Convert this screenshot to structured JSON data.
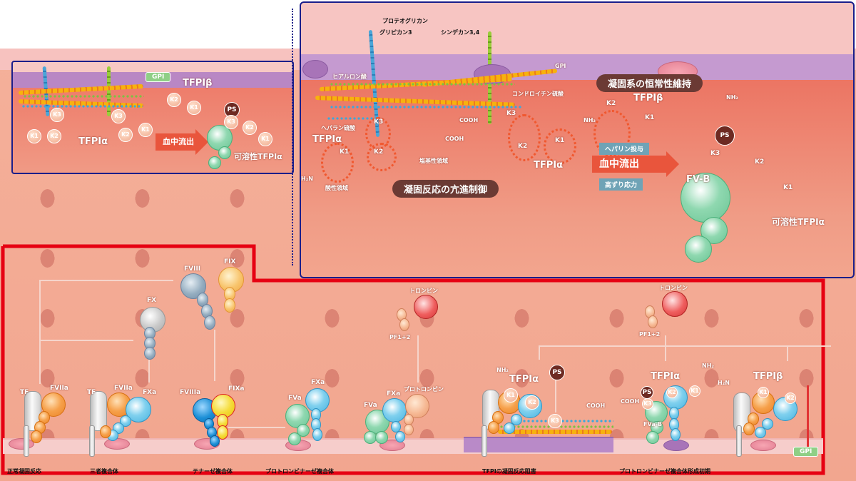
{
  "overview_inset": {
    "labels": {
      "gpi": "GPI",
      "tfpi_beta": "TFPIβ",
      "tfpi_alpha": "TFPIα",
      "ps": "PS",
      "soluble_tfpi_alpha": "可溶性TFPIα",
      "arrow": "血中流出"
    },
    "kunitz": [
      "K1",
      "K2",
      "K3"
    ]
  },
  "detail_panel": {
    "proteoglycan": "プロテオグリカン",
    "glypican": "グリピカン3",
    "syndecan": "シンデカン3,4",
    "hyaluronic_acid": "ヒアルロン酸",
    "heparan_sulfate": "ヘパラン硫酸",
    "chondroitin_sulfate": "コンドロイチン硫酸",
    "gpi": "GPI",
    "acidic_region": "酸性領域",
    "basic_region": "塩基性領域",
    "h2n": "H₂N",
    "nh2": "NH₂",
    "cooh": "COOH",
    "tfpi_alpha": "TFPIα",
    "tfpi_beta": "TFPIβ",
    "ps": "PS",
    "fv_b": "FV-B",
    "soluble_tfpi_alpha": "可溶性TFPIα",
    "homeostasis_pill": "凝固系の恒常性維持",
    "regulation_pill": "凝固反応の亢進制御",
    "arrow_label": "血中流出",
    "heparin_tag": "ヘパリン投与",
    "shear_tag": "高ずり応力",
    "kunitz": [
      "K1",
      "K2",
      "K3"
    ]
  },
  "pathway": {
    "factors": {
      "fviii": "FVIII",
      "fix": "FIX",
      "fx": "FX",
      "tf": "TF",
      "fviia": "FVIIa",
      "fxa": "FXa",
      "fviiia": "FVIIIa",
      "fixa": "FIXa",
      "fva": "FVa",
      "prothrombin": "プロトロンビン",
      "thrombin": "トロンビン",
      "pf12": "PF1+2",
      "fva_b": "FVa-B",
      "tfpi_alpha": "TFPIα",
      "tfpi_beta": "TFPIβ",
      "ps": "PS",
      "nh2": "NH₂",
      "h2n": "H₂N",
      "cooh": "COOH",
      "gpi": "GPI"
    },
    "stages": [
      "正常凝固反応",
      "三者複合体",
      "テナーゼ複合体",
      "プロトロンビナーゼ複合体",
      "TFPIの凝固反応阻害",
      "プロトロンビナーゼ複合体形成初期"
    ],
    "kunitz": [
      "K1",
      "K2",
      "K3"
    ]
  },
  "colors": {
    "inset_border": "#1a1e8a",
    "pathway_border": "#e60012",
    "arrow": "#e9553c",
    "pill_dark": "#6b3a34",
    "tag_blue": "#6fa3b6",
    "gpi_green": "#8fcf86"
  }
}
